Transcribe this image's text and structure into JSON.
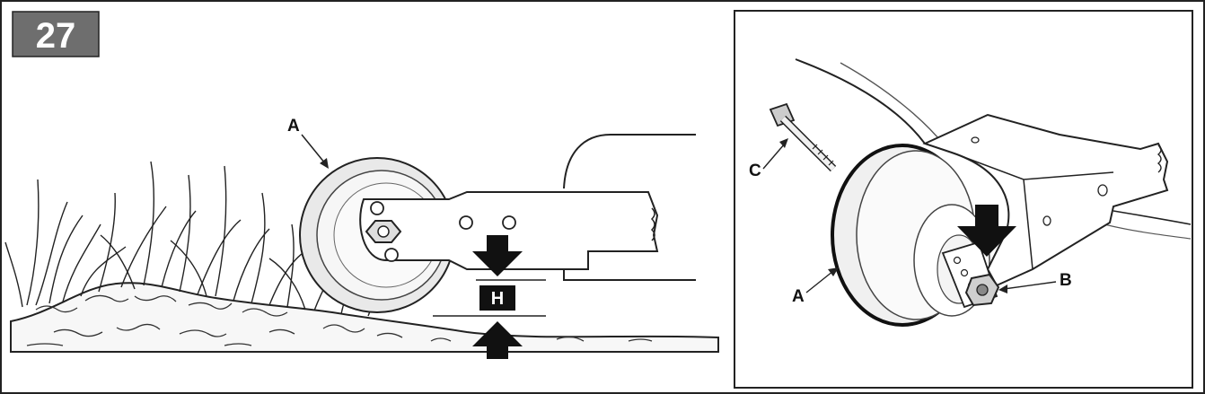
{
  "figure": {
    "step_number": "27",
    "step_badge_color": "#6e6e6e",
    "left_view": {
      "label_a": "A",
      "label_h": "H"
    },
    "right_view": {
      "label_a": "A",
      "label_b": "B",
      "label_c": "C"
    },
    "icons": [
      "down-arrow-icon",
      "up-arrow-icon"
    ]
  }
}
